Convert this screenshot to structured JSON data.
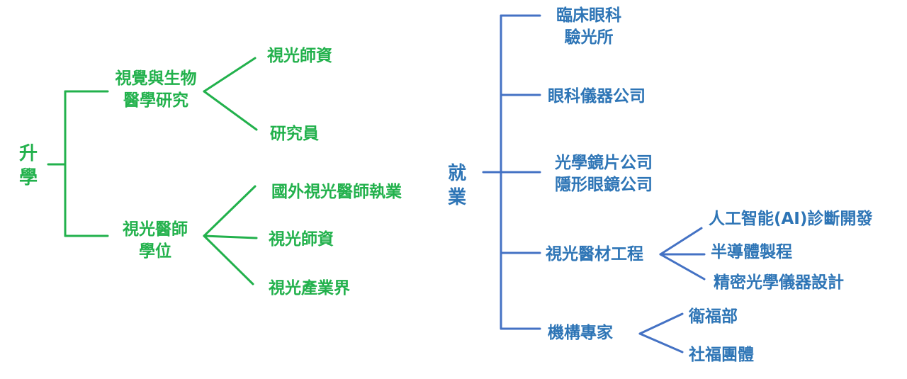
{
  "colors": {
    "further_study": "#22b14c",
    "employment": "#2e75b6"
  },
  "further_study": {
    "root": [
      "升",
      "學"
    ],
    "branches": [
      {
        "label": [
          "視覺與生物",
          "醫學研究"
        ],
        "children": [
          "視光師資",
          "研究員"
        ]
      },
      {
        "label": [
          "視光醫師",
          "學位"
        ],
        "children": [
          "國外視光醫師執業",
          "視光師資",
          "視光產業界"
        ]
      }
    ]
  },
  "employment": {
    "root": [
      "就",
      "業"
    ],
    "branches": [
      {
        "label": [
          "臨床眼科",
          "驗光所"
        ]
      },
      {
        "label": [
          "眼科儀器公司"
        ]
      },
      {
        "label": [
          "光學鏡片公司",
          "隱形眼鏡公司"
        ]
      },
      {
        "label": [
          "視光醫材工程"
        ],
        "children": [
          "人工智能(AI)診斷開發",
          "半導體製程",
          "精密光學儀器設計"
        ]
      },
      {
        "label": [
          "機構專家"
        ],
        "children": [
          "衛福部",
          "社福團體"
        ]
      }
    ]
  }
}
